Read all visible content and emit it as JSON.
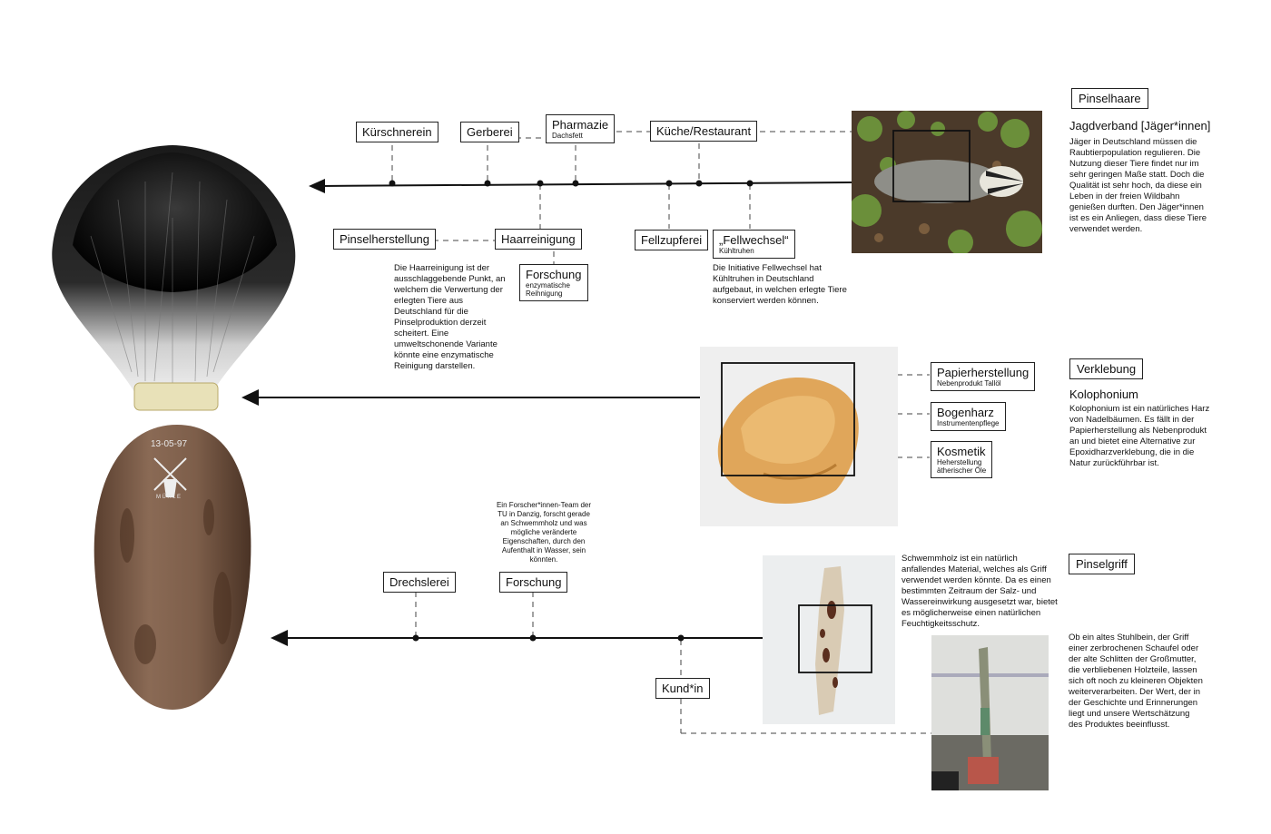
{
  "brush": {
    "date": "13-05-97",
    "logo_text": "MÜHLE"
  },
  "section1": {
    "boxes": {
      "kuerschnerein": "Kürschnerein",
      "gerberei": "Gerberei",
      "pharmazie": "Pharmazie",
      "pharmazie_sub": "Dachsfett",
      "kueche": "Küche/Restaurant",
      "pinselherstellung": "Pinselherstellung",
      "haarreinigung": "Haarreinigung",
      "forschung": "Forschung",
      "forschung_sub": "enzymatische Reihnigung",
      "fellzupferei": "Fellzupferei",
      "fellwechsel": "„Fellwechsel“",
      "fellwechsel_sub": "Kühltruhen"
    },
    "note_haarreinigung": "Die Haarreinigung ist der ausschlaggebende Punkt, an welchem die Verwertung der erlegten Tiere aus Deutschland für die Pinselproduktion derzeit scheitert. Eine umweltschonende Variante könnte eine enzymatische Reinigung darstellen.",
    "note_fellwechsel": "Die Initiative Fellwechsel hat Kühltruhen in Deutschland aufgebaut, in welchen erlegte Tiere konserviert werden können.",
    "heading": "Pinselhaare",
    "subheading": "Jagdverband [Jäger*innen]",
    "text": "Jäger in Deutschland müssen die Raubtierpopulation regulieren. Die Nutzung dieser Tiere findet nur im sehr geringen Maße statt. Doch die Qualität ist sehr hoch, da diese ein Leben in der freien Wildbahn genießen durften. Den Jäger*innen ist es ein Anliegen, dass diese Tiere verwendet werden."
  },
  "section2": {
    "boxes": {
      "papier": "Papierherstellung",
      "papier_sub": "Nebenprodukt Tallöl",
      "bogenharz": "Bogenharz",
      "bogenharz_sub": "Instrumentenpflege",
      "kosmetik": "Kosmetik",
      "kosmetik_sub1": "Heherstellung",
      "kosmetik_sub2": "ätherischer Öle"
    },
    "heading": "Verklebung",
    "subheading": "Kolophonium",
    "text": "Kolophonium ist ein natürliches Harz von Nadelbäumen. Es fällt in der Papierherstellung als Nebenprodukt an und bietet eine Alternative zur Epoxidharzverklebung, die in die Natur zurückführbar ist."
  },
  "section3": {
    "boxes": {
      "drechslerei": "Drechslerei",
      "forschung": "Forschung",
      "kundin": "Kund*in"
    },
    "note_forschung": "Ein Forscher*innen-Team der TU in Danzig, forscht gerade an Schwemmholz und was mögliche veränderte Eigenschaften, durch den Aufenthalt in Wasser, sein könnten.",
    "heading": "Pinselgriff",
    "text_schwemmholz": "Schwemmholz ist ein natürlich anfallendes Material, welches als Griff verwendet werden könnte. Da es einen bestimmten Zeitraum der Salz- und Wassereinwirkung ausgesetzt war, bietet es möglicherweise einen natürlichen Feuchtigkeitsschutz.",
    "text_altholz": "Ob ein altes Stuhlbein, der Griff einer zerbrochenen Schaufel oder der alte Schlitten der Großmutter, die verbliebenen Holzteile, lassen sich oft noch zu kleineren Objekten weiterverarbeiten. Der Wert, der in der Geschichte und Erinnerungen liegt und unsere Wertschätzung des Produktes beeinflusst."
  }
}
